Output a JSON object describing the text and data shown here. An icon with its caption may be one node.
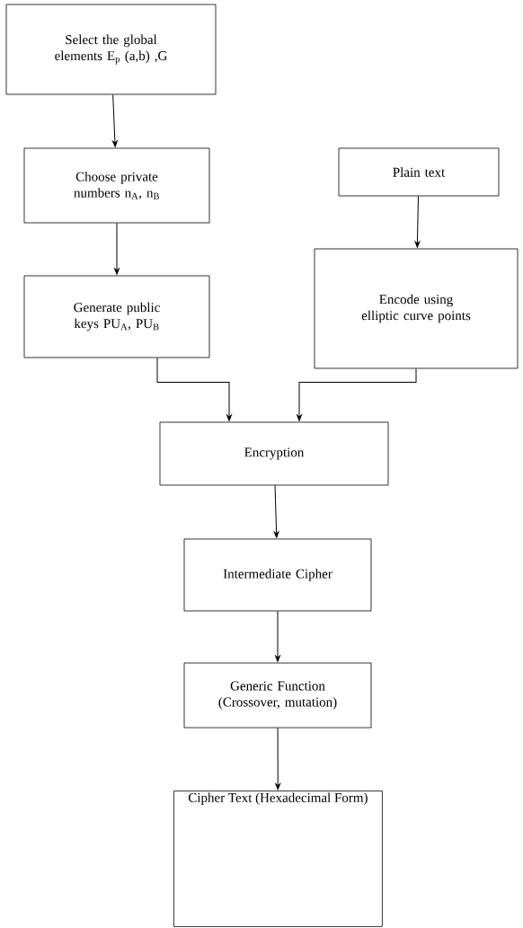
{
  "diagram": {
    "nodes": [
      {
        "text": [
          "Select the global elements E$_{p}$ (a,b) ,G"
        ]
      },
      {
        "text": [
          "Choose private numbers n$_{A}$, n$_{B}$"
        ]
      },
      {
        "text": [
          "Generate public keys PU$_{A}$, PU$_{B}$"
        ]
      },
      {
        "text": [
          "Plain text"
        ]
      },
      {
        "text": [
          "Encode using elliptic curve points"
        ]
      },
      {
        "text": [
          "Encryption"
        ]
      },
      {
        "text": [
          "Intermediate Cipher"
        ]
      },
      {
        "text": [
          "Generic Function (Crossover, mutation)"
        ]
      },
      {
        "text": [
          "Cipher Text (Hexadecimal Form)"
        ]
      }
    ],
    "edges": [
      {
        "from": 0,
        "to": 1,
        "arrow": "to"
      },
      {
        "from": 1,
        "to": 2,
        "arrow": "to"
      },
      {
        "from": 3,
        "to": 4,
        "arrow": "to"
      },
      {
        "from": 2,
        "to": 5,
        "arrow": "to"
      },
      {
        "from": 4,
        "to": 5,
        "arrow": "to"
      },
      {
        "from": 5,
        "to": 6,
        "arrow": "to"
      },
      {
        "from": 6,
        "to": 7,
        "arrow": "to"
      },
      {
        "from": 7,
        "to": 8,
        "arrow": "to"
      }
    ]
  }
}
